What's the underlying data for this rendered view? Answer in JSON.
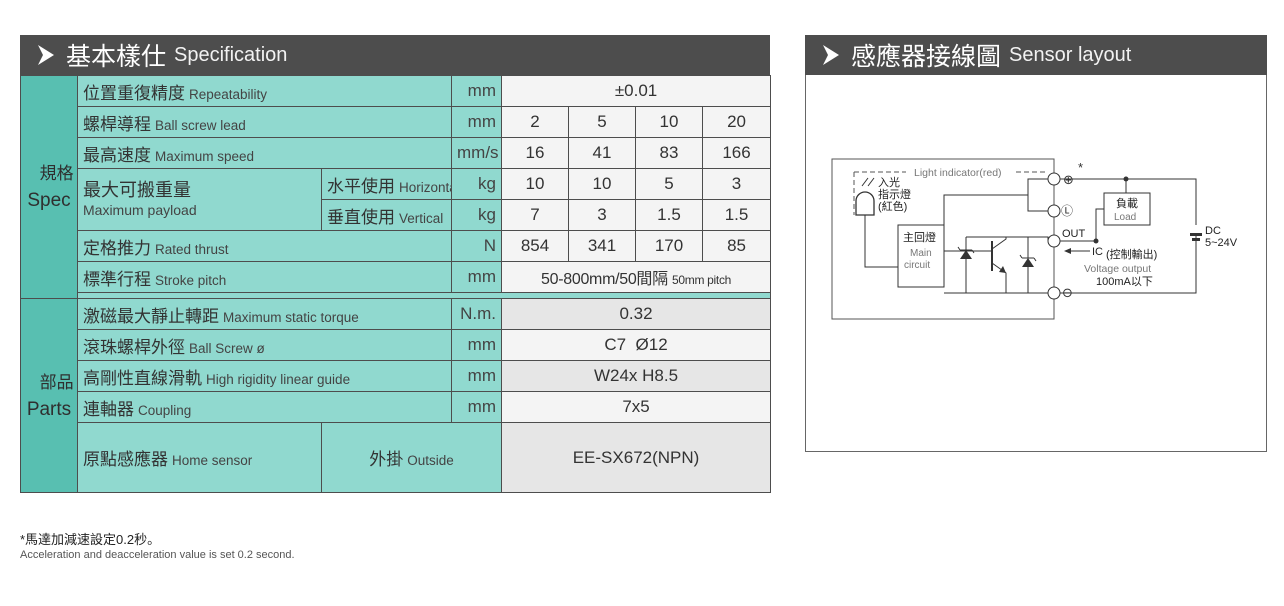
{
  "spec": {
    "title_cn": "基本樣仕",
    "title_en": "Specification",
    "group_spec_cn": "規格",
    "group_spec_en": "Spec",
    "group_parts_cn": "部品",
    "group_parts_en": "Parts",
    "rows": {
      "repeatability": {
        "cn": "位置重復精度",
        "en": "Repeatability",
        "unit": "mm",
        "value": "±0.01"
      },
      "lead": {
        "cn": "螺桿導程",
        "en": "Ball screw lead",
        "unit": "mm",
        "values": [
          "2",
          "5",
          "10",
          "20"
        ]
      },
      "speed": {
        "cn": "最高速度",
        "en": "Maximum speed",
        "unit": "mm/s",
        "values": [
          "16",
          "41",
          "83",
          "166"
        ]
      },
      "payload": {
        "cn": "最大可搬重量",
        "en": "Maximum payload",
        "horizontal": {
          "cn": "水平使用",
          "en": "Horizontal",
          "unit": "kg",
          "values": [
            "10",
            "10",
            "5",
            "3"
          ]
        },
        "vertical": {
          "cn": "垂直使用",
          "en": "Vertical",
          "unit": "kg",
          "values": [
            "7",
            "3",
            "1.5",
            "1.5"
          ]
        }
      },
      "thrust": {
        "cn": "定格推力",
        "en": "Rated thrust",
        "unit": "N",
        "values": [
          "854",
          "341",
          "170",
          "85"
        ]
      },
      "stroke": {
        "cn": "標準行程",
        "en": "Stroke pitch",
        "unit": "mm",
        "value_main": "50-800mm/50間隔",
        "value_small": "50mm pitch"
      },
      "torque": {
        "cn": "激磁最大靜止轉距",
        "en": "Maximum static torque",
        "unit": "N.m.",
        "value": "0.32"
      },
      "screw": {
        "cn": "滾珠螺桿外徑",
        "en": "Ball Screw ø",
        "unit": "mm",
        "value": "C7  Ø12"
      },
      "guide": {
        "cn": "高剛性直線滑軌",
        "en": "High rigidity linear guide",
        "unit": "mm",
        "value": "W24x H8.5"
      },
      "coupling": {
        "cn": "連軸器",
        "en": "Coupling",
        "unit": "mm",
        "value": "7x5"
      },
      "home": {
        "cn": "原點感應器",
        "en": "Home sensor",
        "mount_cn": "外掛",
        "mount_en": "Outside",
        "value": "EE-SX672(NPN)"
      }
    }
  },
  "notes": {
    "cn": "*馬達加減速設定0.2秒。",
    "en": "Acceleration and deacceleration value is set 0.2 second."
  },
  "sensor": {
    "title_cn": "感應器接線圖",
    "title_en": "Sensor layout",
    "light_indicator": "Light indicator(red)",
    "led_label_1": "入光",
    "led_label_2": "指示燈",
    "led_label_3": "(紅色)",
    "main_cn": "主回燈",
    "main_en_1": "Main",
    "main_en_2": "circuit",
    "load_cn": "負載",
    "load_en": "Load",
    "out": "OUT",
    "ic": "IC",
    "ic_cn": "(控制輸出)",
    "voltage_output": "Voltage output",
    "current": "100mA以下",
    "dc": "DC",
    "dc_range": "5~24V",
    "plus": "⊕",
    "minus": "⊖",
    "l_mark": "Ⓛ",
    "star": "*"
  },
  "colors": {
    "header": "#4d4d4d",
    "group": "#58bfb1",
    "label": "#90d9cf",
    "value": "#f4f4f4"
  }
}
